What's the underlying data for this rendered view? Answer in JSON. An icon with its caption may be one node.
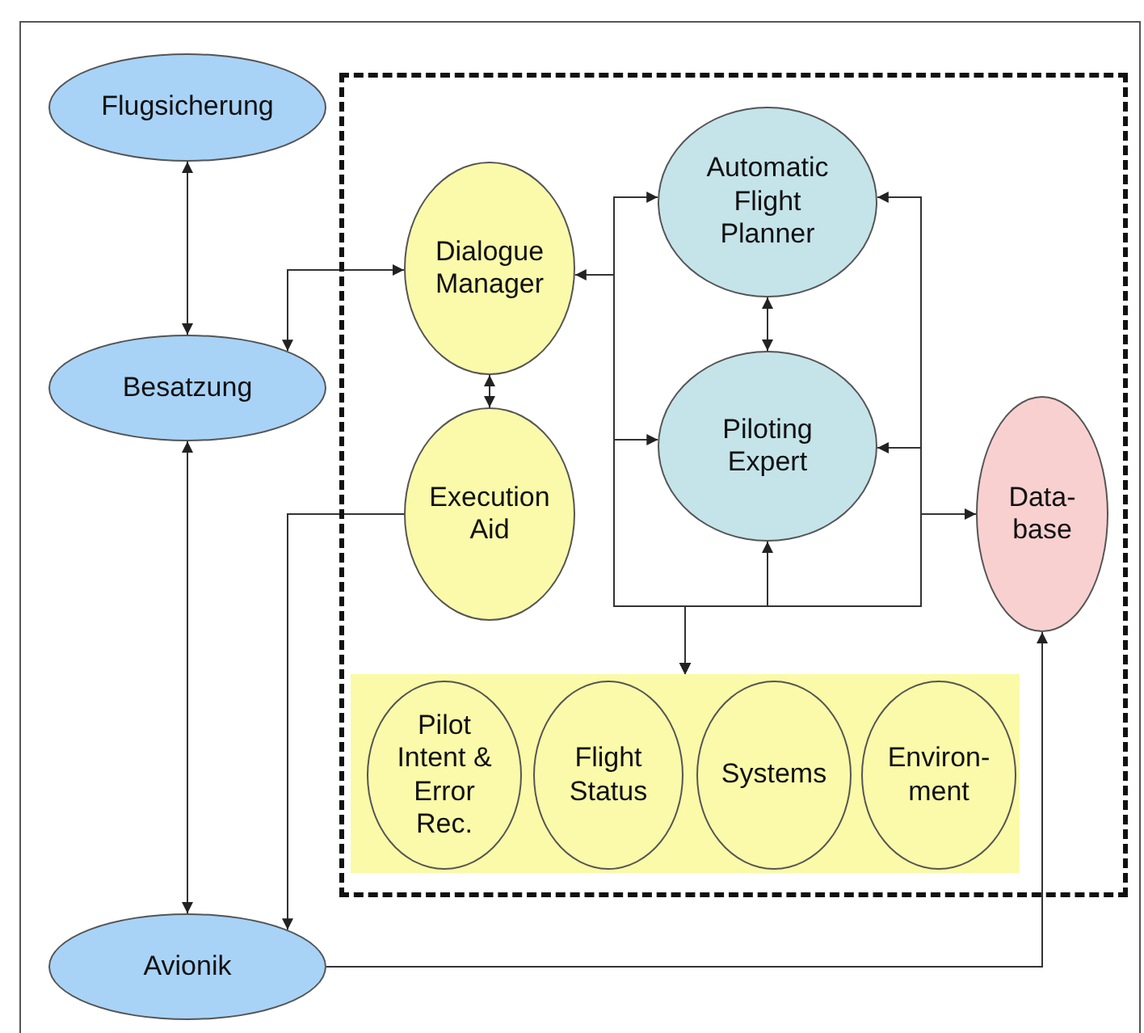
{
  "diagram": {
    "nodes": [
      {
        "text": [
          "Flugsicherung"
        ]
      },
      {
        "text": [
          "Besatzung"
        ]
      },
      {
        "text": [
          "Avionik"
        ]
      },
      {
        "text": [],
        "shape": "box"
      },
      {
        "text": [
          "Dialogue Manager"
        ],
        "in": 3
      },
      {
        "text": [
          "Automatic Flight Planner"
        ],
        "in": 3
      },
      {
        "text": [
          "Execution Aid"
        ],
        "in": 3
      },
      {
        "text": [
          "Piloting Expert"
        ],
        "in": 3
      },
      {
        "text": [
          "Data- base"
        ],
        "in": 3
      },
      {
        "text": [],
        "shape": "box",
        "in": 3
      },
      {
        "text": [
          "Pilot Intent & Error Rec."
        ],
        "in": 9
      },
      {
        "text": [
          "Flight Status"
        ],
        "in": 9
      },
      {
        "text": [
          "Systems"
        ],
        "in": 9
      },
      {
        "text": [
          "Environ- ment"
        ],
        "in": 9
      }
    ],
    "edges": [
      {
        "from": 0,
        "to": 1,
        "arrow": "both"
      },
      {
        "from": 1,
        "to": 4,
        "arrow": "both"
      },
      {
        "from": 1,
        "to": 2,
        "arrow": "both"
      },
      {
        "from": 6,
        "to": 2,
        "arrow": "to"
      },
      {
        "from": 4,
        "to": 6,
        "arrow": "both"
      },
      {
        "from": 5,
        "to": 7,
        "arrow": "both"
      },
      {
        "from": 9,
        "to": 4,
        "arrow": "both"
      },
      {
        "from": 9,
        "to": 5,
        "arrow": "both"
      },
      {
        "from": 9,
        "to": 7,
        "arrow": "both"
      },
      {
        "from": 9,
        "to": 7,
        "arrow": "both"
      },
      {
        "from": 9,
        "to": 5,
        "arrow": "both"
      },
      {
        "from": 9,
        "to": 7,
        "arrow": "both"
      },
      {
        "from": 9,
        "to": 8,
        "arrow": "both"
      },
      {
        "from": 2,
        "to": 8,
        "arrow": "to"
      }
    ]
  }
}
